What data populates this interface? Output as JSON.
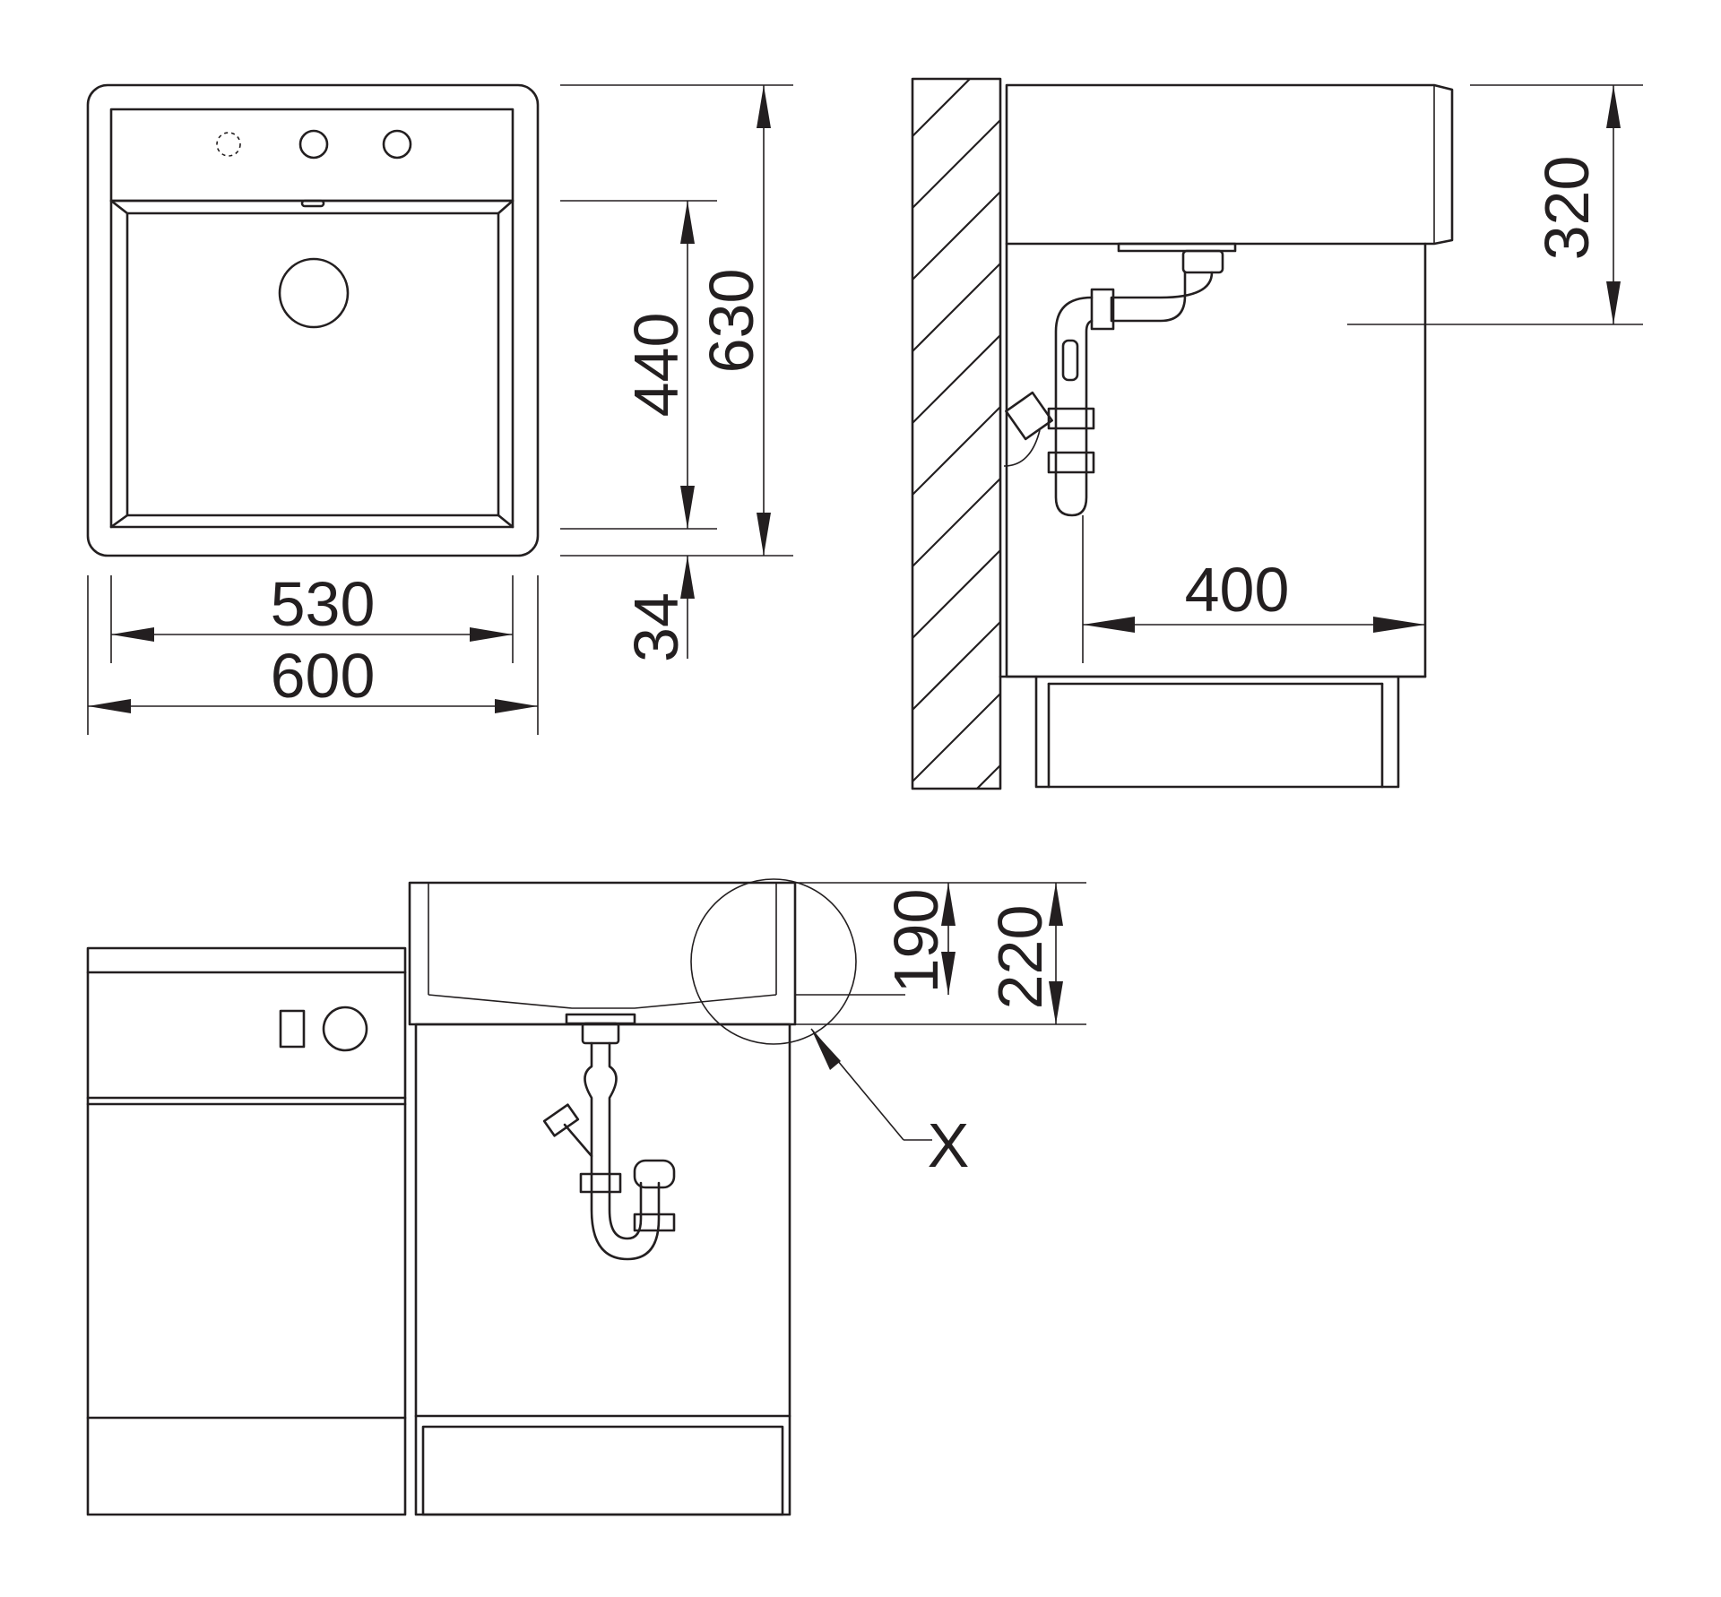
{
  "top_view": {
    "width_inner": "530",
    "width_outer": "600",
    "depth_bowl": "440",
    "depth_total": "630",
    "depth_front": "34"
  },
  "side_view": {
    "height_bowl": "320",
    "cabinet_depth": "400"
  },
  "front_view": {
    "depth_inner": "190",
    "depth_outer": "220",
    "detail_label": "X"
  }
}
